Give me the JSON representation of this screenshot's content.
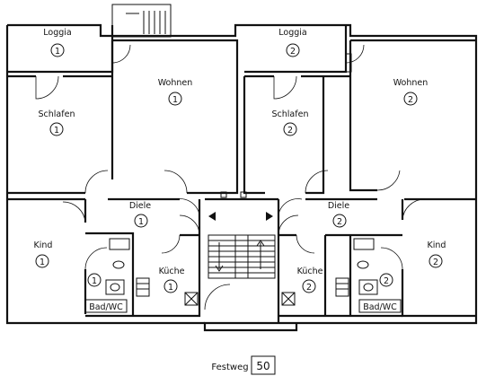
{
  "rooms": {
    "loggia_1": {
      "name": "Loggia",
      "num": "1"
    },
    "loggia_2": {
      "name": "Loggia",
      "num": "2"
    },
    "wohnen_1": {
      "name": "Wohnen",
      "num": "1"
    },
    "wohnen_2": {
      "name": "Wohnen",
      "num": "2"
    },
    "schlafen_1": {
      "name": "Schlafen",
      "num": "1"
    },
    "schlafen_2": {
      "name": "Schlafen",
      "num": "2"
    },
    "diele_1": {
      "name": "Diele",
      "num": "1"
    },
    "diele_2": {
      "name": "Diele",
      "num": "2"
    },
    "kind_1": {
      "name": "Kind",
      "num": "1"
    },
    "kind_2": {
      "name": "Kind",
      "num": "2"
    },
    "kueche_1": {
      "name": "Küche",
      "num": "1"
    },
    "kueche_2": {
      "name": "Küche",
      "num": "2"
    },
    "bad_1": {
      "name": "Bad/WC",
      "num": "1"
    },
    "bad_2": {
      "name": "Bad/WC",
      "num": "2"
    }
  },
  "address": {
    "street": "Festweg",
    "number": "50"
  }
}
